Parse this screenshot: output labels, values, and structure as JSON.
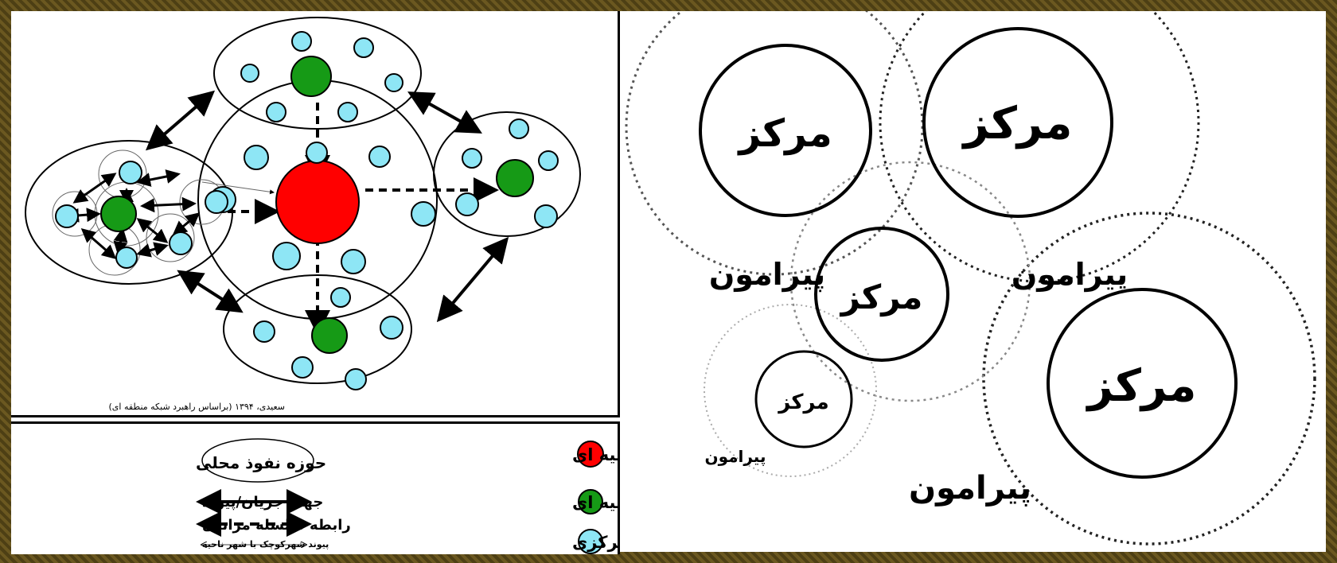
{
  "left_diagram": {
    "credit": "سعیدی، ۱۳۹۴ (براساس راهبرد شبکه منطقه ای)"
  },
  "legend": {
    "items_right": [
      {
        "label": "شهر اصلی ناحیه ای",
        "color": "#ff0000"
      },
      {
        "label": "شهر کوچک ناحیه ای",
        "color": "#169a16"
      },
      {
        "label": "شهرک/ روستای مرکزی",
        "color": "#8ee6f5"
      }
    ],
    "items_left": [
      {
        "label": "حوزه نفوذ محلی",
        "symbol": "ellipse"
      },
      {
        "label": "جهت جریان/پیوند",
        "symbol": "double-arrow"
      },
      {
        "label": "رابطه سلسله مراتبی",
        "symbol": "dashed-arrow"
      },
      {
        "label": "پیوند شهرکوچک با شهر ناحیه",
        "symbol": "thin-arrow"
      }
    ]
  },
  "right_diagram": {
    "labels": {
      "center": "مرکز",
      "periphery": "پیرامون"
    }
  }
}
